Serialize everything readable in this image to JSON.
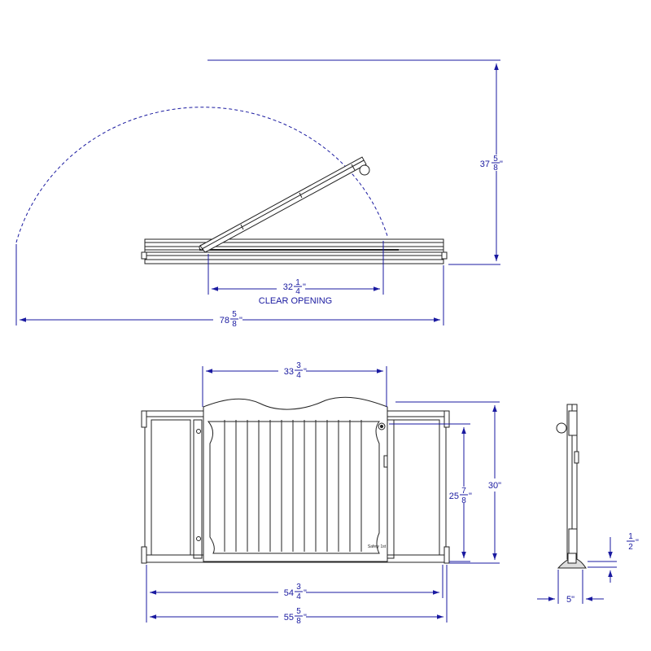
{
  "top_view": {
    "height": {
      "whole": "37",
      "num": "5",
      "den": "8",
      "unit": "\""
    },
    "clear_opening": {
      "whole": "32",
      "num": "1",
      "den": "4",
      "unit": "\""
    },
    "clear_opening_label": "CLEAR OPENING",
    "swing_width": {
      "whole": "78",
      "num": "5",
      "den": "8",
      "unit": "\""
    }
  },
  "front_view": {
    "gate_width": {
      "whole": "33",
      "num": "3",
      "den": "4",
      "unit": "\""
    },
    "height": "30\"",
    "gate_height": {
      "whole": "25",
      "num": "7",
      "den": "8",
      "unit": "\""
    },
    "min_width": {
      "whole": "54",
      "num": "3",
      "den": "4",
      "unit": "\""
    },
    "max_width": {
      "whole": "55",
      "num": "5",
      "den": "8",
      "unit": "\""
    },
    "brand_mark": "Safety 1st"
  },
  "side_view": {
    "clearance": {
      "num": "1",
      "den": "2",
      "unit": "\""
    },
    "depth": "5\""
  },
  "colors": {
    "dimension": "#1a1aa0",
    "line": "#222222"
  }
}
